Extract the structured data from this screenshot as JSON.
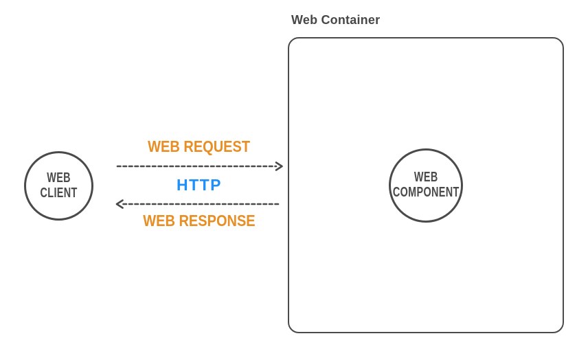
{
  "diagram": {
    "container": {
      "title": "Web Container"
    },
    "nodes": {
      "client": {
        "label": "WEB\nCLIENT"
      },
      "component": {
        "label": "WEB\nCOMPONENT"
      }
    },
    "flows": {
      "request": {
        "label": "WEB REQUEST",
        "direction": "right"
      },
      "protocol": {
        "label": "HTTP"
      },
      "response": {
        "label": "WEB RESPONSE",
        "direction": "left"
      }
    },
    "colors": {
      "stroke_dark": "#4a4a4a",
      "accent_orange": "#e78e24",
      "accent_blue": "#1e8ffb",
      "background": "#ffffff"
    }
  }
}
